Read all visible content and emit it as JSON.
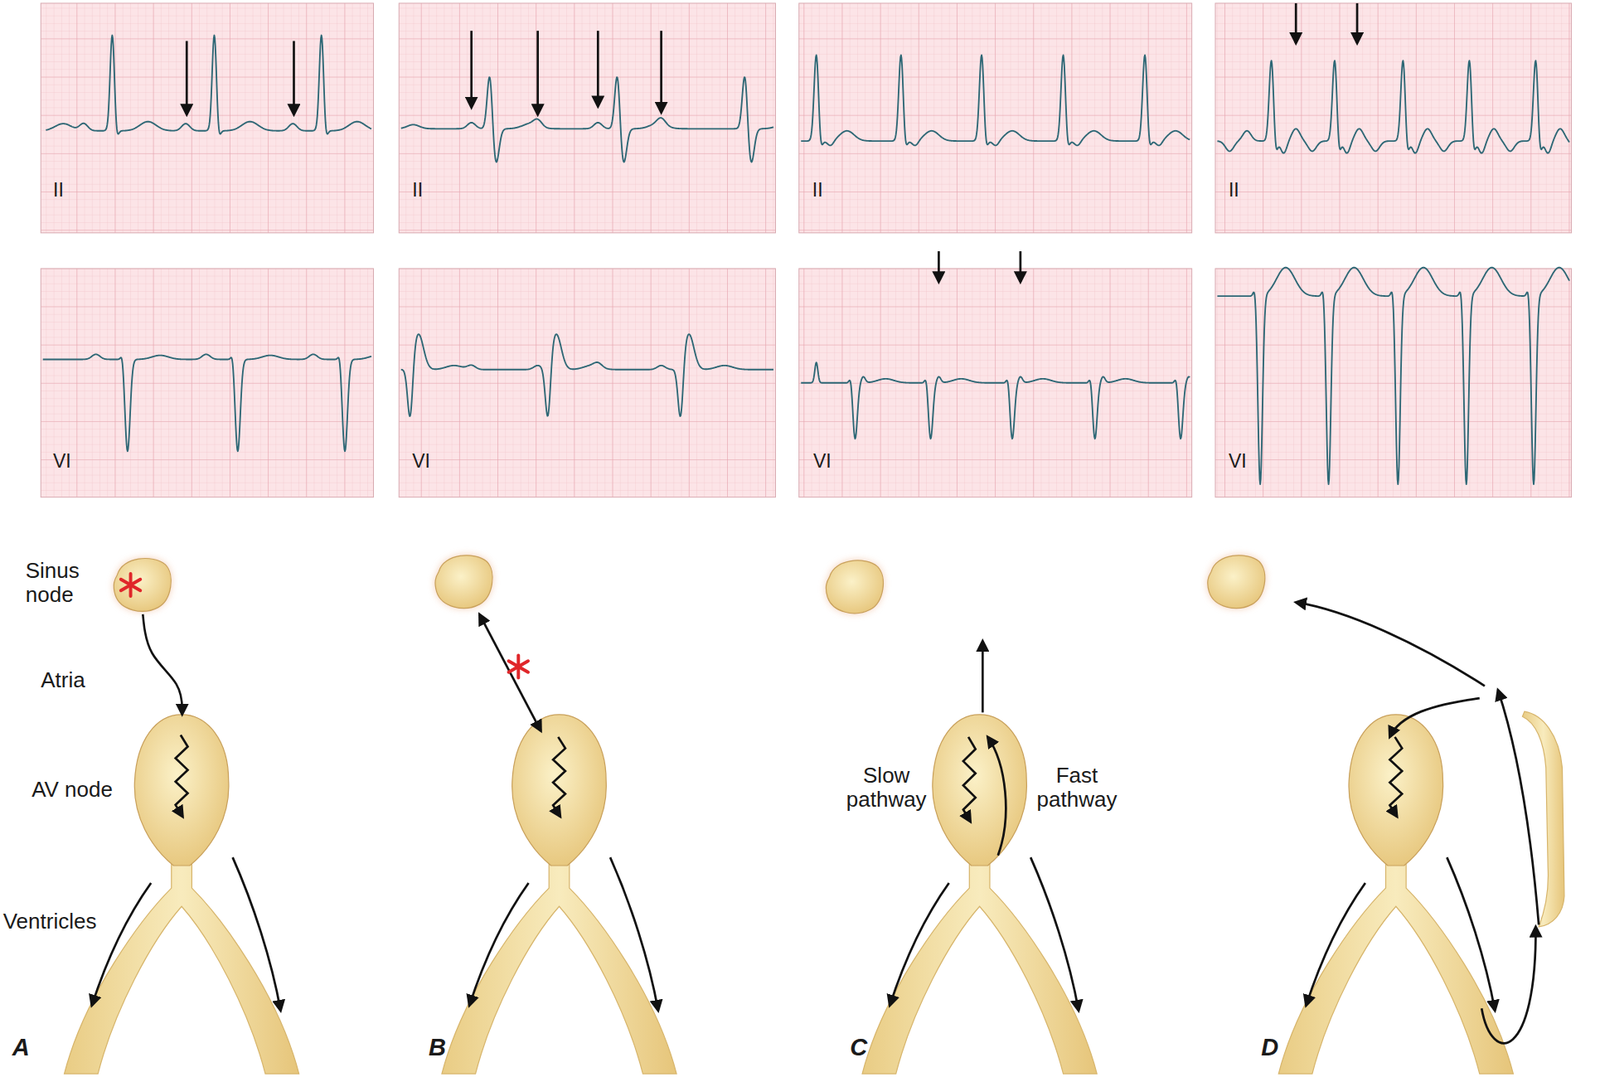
{
  "diagram": {
    "nodes": [
      {
        "text": [
          "Sinus node"
        ]
      },
      {
        "text": [
          "AV node"
        ]
      }
    ],
    "edges": [
      {
        "from": 0,
        "to": 1,
        "arrow": "to"
      }
    ],
    "labels": [
      "II",
      "II",
      "II",
      "II",
      "VI",
      "VI",
      "VI",
      "VI",
      "Atria",
      "Ventricles",
      "Slow pathway",
      "Fast pathway",
      "A",
      "B",
      "C",
      "D"
    ]
  }
}
